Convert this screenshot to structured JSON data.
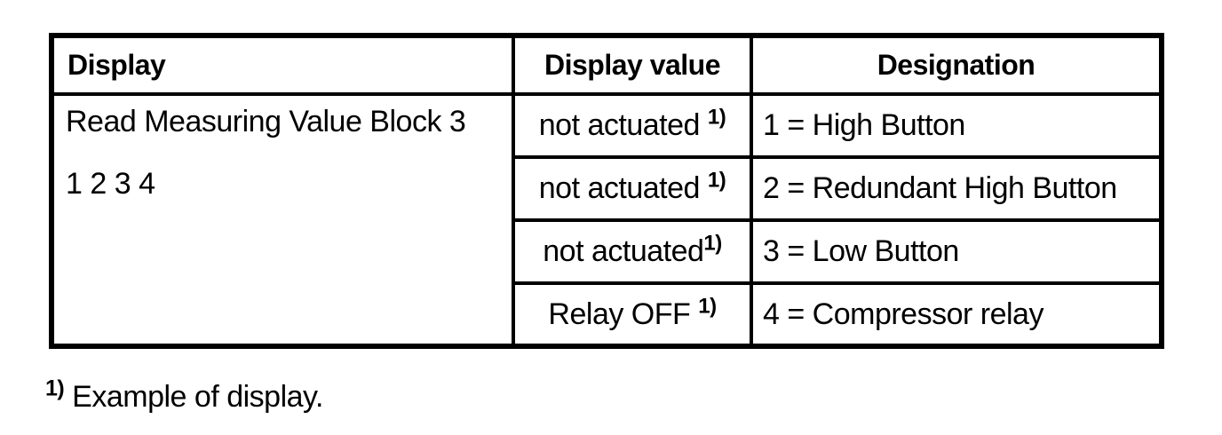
{
  "page": {
    "background": "#ffffff",
    "ink": "#000000"
  },
  "table": {
    "headers": {
      "display": "Display",
      "display_value": "Display value",
      "designation": "Designation"
    },
    "display_cell": {
      "line1": "Read Measuring Value Block 3",
      "line2": "1 2 3 4"
    },
    "rows": [
      {
        "display_value": "not actuated ",
        "marker": "1)",
        "designation": "1 = High Button"
      },
      {
        "display_value": "not actuated ",
        "marker": "1)",
        "designation": "2 = Redundant High Button"
      },
      {
        "display_value": "not actuated",
        "marker": "1)",
        "designation": "3 = Low Button"
      },
      {
        "display_value": "Relay OFF ",
        "marker": "1)",
        "designation": "4 = Compressor relay"
      }
    ]
  },
  "footnote": {
    "marker": "1)",
    "text": " Example of display."
  }
}
